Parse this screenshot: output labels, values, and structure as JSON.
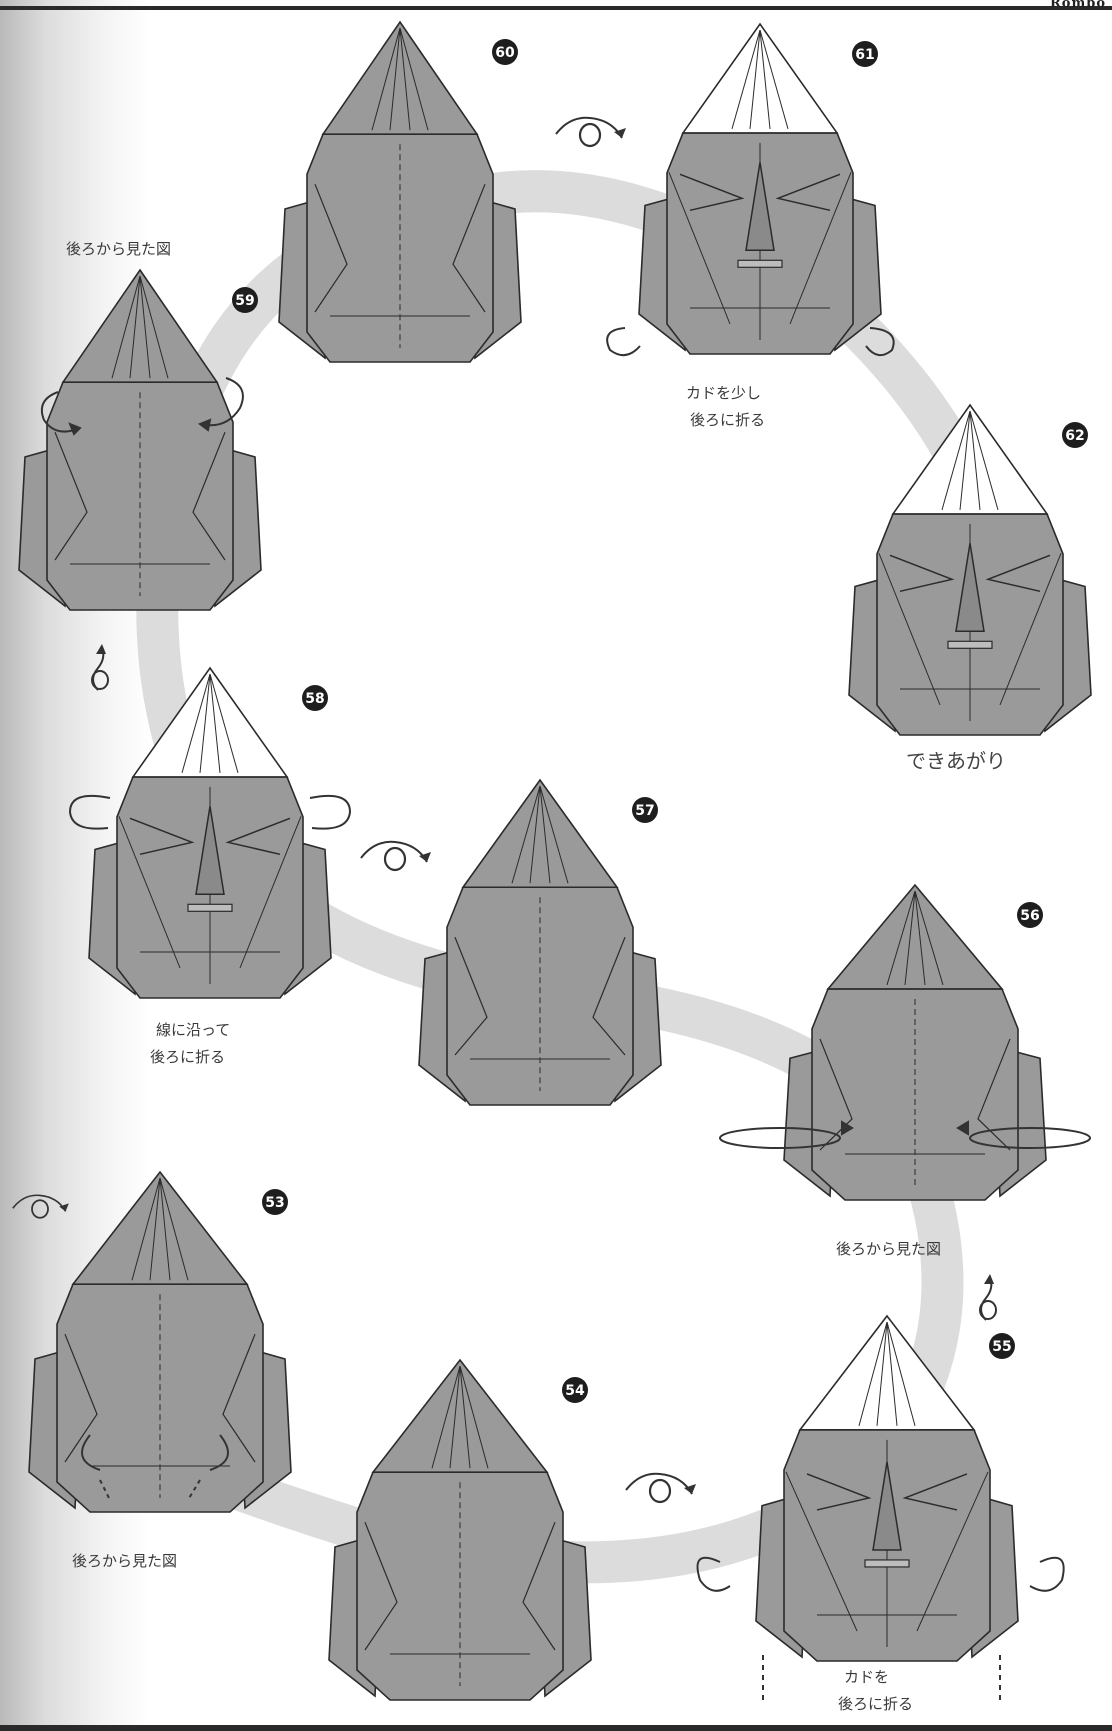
{
  "header": "Rombo",
  "colors": {
    "paper_gray": "#9a9a9a",
    "paper_white": "#ffffff",
    "line": "#2b2b2b",
    "band": "#dcdcdc"
  },
  "steps": [
    {
      "number": "60",
      "style": "back"
    },
    {
      "number": "61",
      "style": "face"
    },
    {
      "number": "59",
      "style": "back"
    },
    {
      "number": "62",
      "style": "face"
    },
    {
      "number": "58",
      "style": "face"
    },
    {
      "number": "57",
      "style": "back"
    },
    {
      "number": "56",
      "style": "back"
    },
    {
      "number": "53",
      "style": "back"
    },
    {
      "number": "54",
      "style": "back"
    },
    {
      "number": "55",
      "style": "face"
    }
  ],
  "captions": {
    "c59": "後ろから見た図",
    "c61a": "カドを少し",
    "c61b": "後ろに折る",
    "done": "できあがり",
    "c58a": "線に沿って",
    "c58b": "後ろに折る",
    "c56": "後ろから見た図",
    "c53": "後ろから見た図",
    "c55a": "カドを",
    "c55b": "後ろに折る"
  }
}
